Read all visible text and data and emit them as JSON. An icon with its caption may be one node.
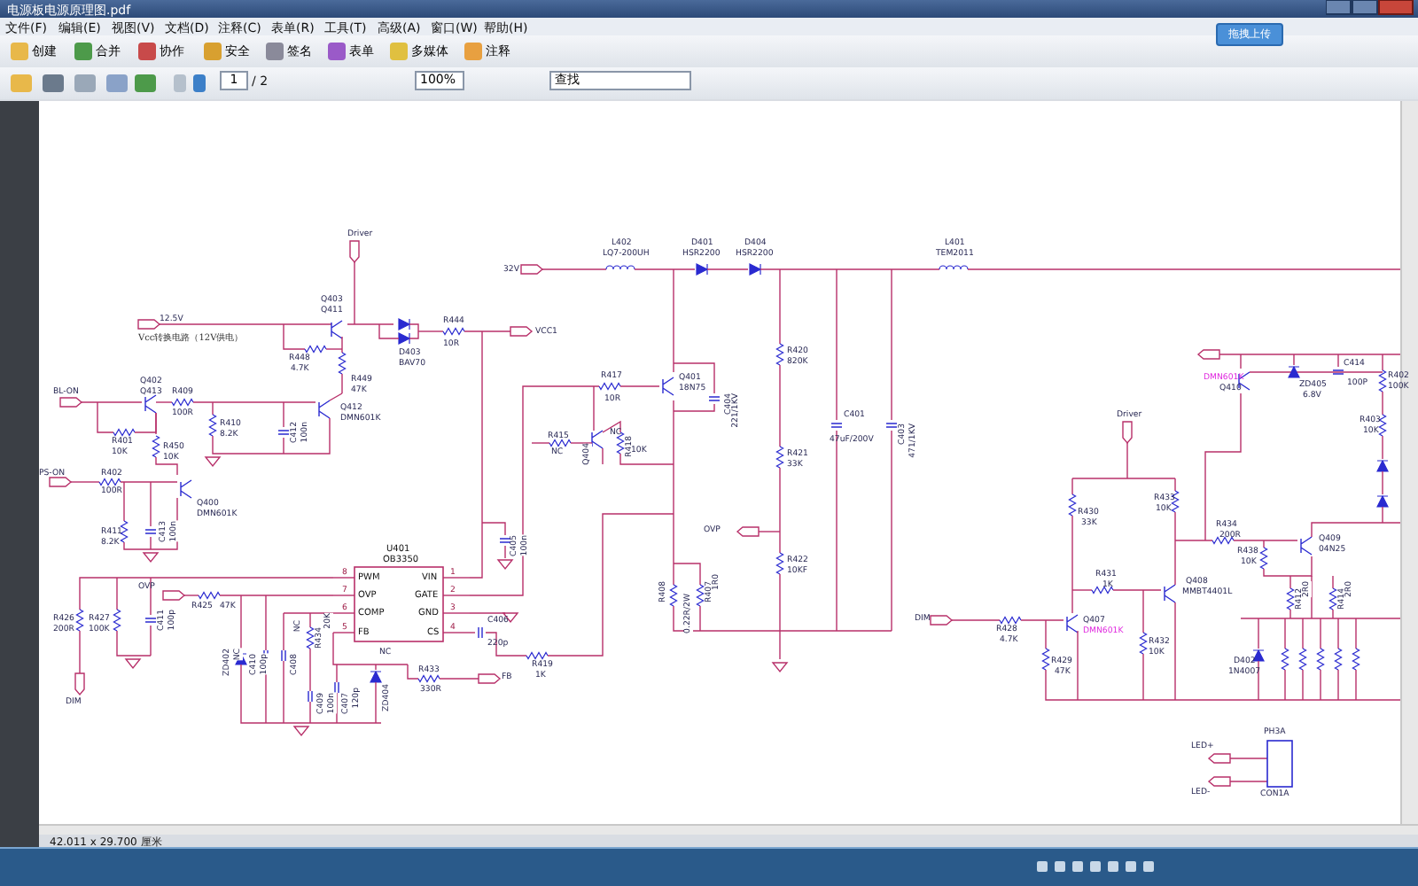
{
  "diagram": {
    "title": "电源板电源原理图.pdf",
    "labels": [
      "文件(F)",
      "编辑(E)",
      "视图(V)",
      "文档(D)",
      "注释(C)",
      "表单(R)",
      "工具(T)",
      "高级(A)",
      "窗口(W)",
      "帮助(H)",
      "创建",
      "合并",
      "协作",
      "安全",
      "签名",
      "表单",
      "多媒体",
      "注释",
      "拖拽上传",
      "1",
      "/ 2",
      "100%",
      "查找",
      "42.011 x 29.700 厘米",
      "Driver",
      "12.5V",
      "Vcc转换电路（12V供电）",
      "Q403",
      "Q411",
      "R448",
      "4.7K",
      "R449",
      "47K",
      "D403",
      "BAV70",
      "R444",
      "10R",
      "VCC1",
      "BL-ON",
      "Q402",
      "Q413",
      "R409",
      "100R",
      "R410",
      "8.2K",
      "R401",
      "10K",
      "R450",
      "10K",
      "C412",
      "100n",
      "Q412",
      "DMN601K",
      "PS-ON",
      "R402",
      "100R",
      "R411",
      "8.2K",
      "C413",
      "100n",
      "Q400",
      "DMN601K",
      "U401",
      "OB3350",
      "PWM",
      "OVP",
      "COMP",
      "FB",
      "VIN",
      "GATE",
      "GND",
      "CS",
      "8",
      "7",
      "6",
      "5",
      "1",
      "2",
      "3",
      "4",
      "R426",
      "200R",
      "R427",
      "100K",
      "C411",
      "100p",
      "OVP",
      "R425",
      "47K",
      "DIM",
      "ZD402",
      "NC",
      "C410",
      "100p",
      "C408",
      "NC",
      "R434",
      "20K",
      "C409",
      "100n",
      "C407",
      "120p",
      "NC",
      "ZD404",
      "R433",
      "330R",
      "FB",
      "C406",
      "220p",
      "R419",
      "1K",
      "C405",
      "100n",
      "32V",
      "L402",
      "LQ7-200UH",
      "D401",
      "HSR2200",
      "D404",
      "HSR2200",
      "Q401",
      "18N75",
      "R417",
      "10R",
      "R415",
      "NC",
      "Q404",
      "NC",
      "R418",
      "10K",
      "C404",
      "221/1KV",
      "R420",
      "820K",
      "R421",
      "33K",
      "R422",
      "10KF",
      "OVP",
      "R408",
      "0.22R/2W",
      "R407",
      "1R0",
      "C401",
      "47uF/200V",
      "C403",
      "471/1KV",
      "L401",
      "TEM2011",
      "DIM",
      "Driver",
      "R430",
      "33K",
      "R433",
      "10K",
      "R431",
      "1K",
      "Q408",
      "MMBT4401L",
      "R428",
      "4.7K",
      "Q407",
      "DMN601K",
      "R429",
      "47K",
      "R432",
      "10K",
      "R434",
      "200R",
      "R438",
      "10K",
      "Q409",
      "04N25",
      "DMN601K",
      "Q410",
      "ZD405",
      "6.8V",
      "C414",
      "100P",
      "R402",
      "100K",
      "R403",
      "10K",
      "D402",
      "1N4007",
      "R412",
      "2R0",
      "R414",
      "2R0",
      "LED+",
      "LED-",
      "PH3A",
      "CON1A"
    ]
  }
}
